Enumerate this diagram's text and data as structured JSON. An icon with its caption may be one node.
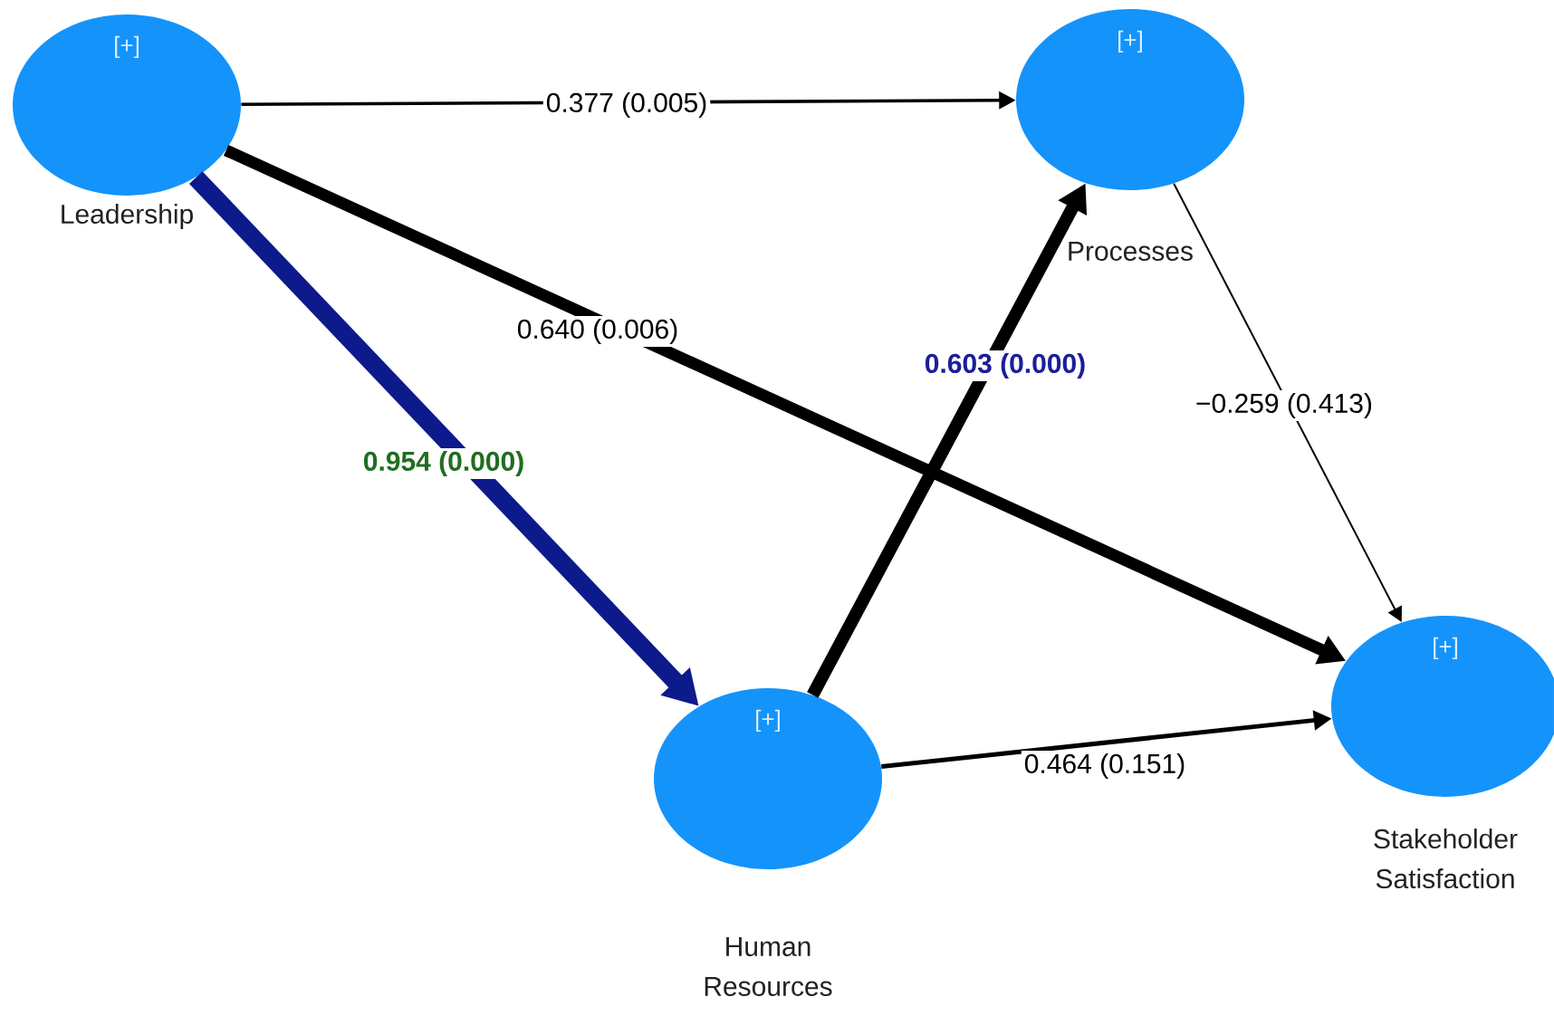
{
  "diagram": {
    "nodes": [
      {
        "text": [
          "[+]"
        ],
        "beside": [
          "Leadership"
        ]
      },
      {
        "text": [
          "[+]"
        ],
        "beside": [
          "Processes"
        ]
      },
      {
        "text": [
          "[+]"
        ],
        "beside": [
          "Human Resources"
        ]
      },
      {
        "text": [
          "[+]"
        ],
        "beside": [
          "Stakeholder Satisfaction"
        ]
      }
    ],
    "edges": [
      {
        "from": 0,
        "to": 1,
        "arrow": "to",
        "label": "0.377 (0.005)"
      },
      {
        "from": 0,
        "to": 3,
        "arrow": "to",
        "label": "0.640 (0.006)",
        "style": "thick"
      },
      {
        "from": 0,
        "to": 2,
        "arrow": "to",
        "label": "0.954 (0.000)",
        "style": "thick",
        "color": "#0c1a8c"
      },
      {
        "from": 2,
        "to": 1,
        "arrow": "to",
        "label": "0.603 (0.000)",
        "style": "thick"
      },
      {
        "from": 1,
        "to": 3,
        "arrow": "to",
        "label": "−0.259 (0.413)"
      },
      {
        "from": 2,
        "to": 3,
        "arrow": "to",
        "label": "0.464 (0.151)"
      }
    ]
  }
}
